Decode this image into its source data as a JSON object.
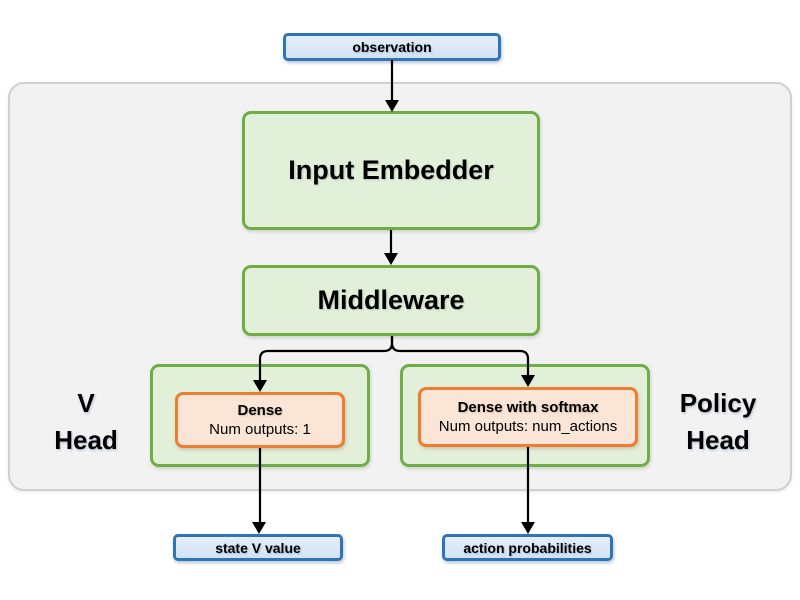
{
  "diagram": {
    "observation": {
      "label": "observation"
    },
    "input_embedder": {
      "label": "Input Embedder"
    },
    "middleware": {
      "label": "Middleware"
    },
    "v_head": {
      "label_line1": "V",
      "label_line2": "Head",
      "dense_title": "Dense",
      "dense_subtitle": "Num outputs: 1"
    },
    "policy_head": {
      "label_line1": "Policy",
      "label_line2": "Head",
      "dense_title": "Dense with softmax",
      "dense_subtitle": "Num outputs: num_actions"
    },
    "state_v_value": {
      "label": "state V value"
    },
    "action_probabilities": {
      "label": "action probabilities"
    }
  },
  "colors": {
    "io_fill": "#dbe8f6",
    "io_border": "#2e75b6",
    "block_fill": "#e2efd9",
    "block_border": "#70ad47",
    "dense_fill": "#fbe5d6",
    "dense_border": "#ed7d31",
    "container_fill": "#f2f2f2",
    "container_border": "#d0d0d0",
    "arrow": "#000000"
  }
}
